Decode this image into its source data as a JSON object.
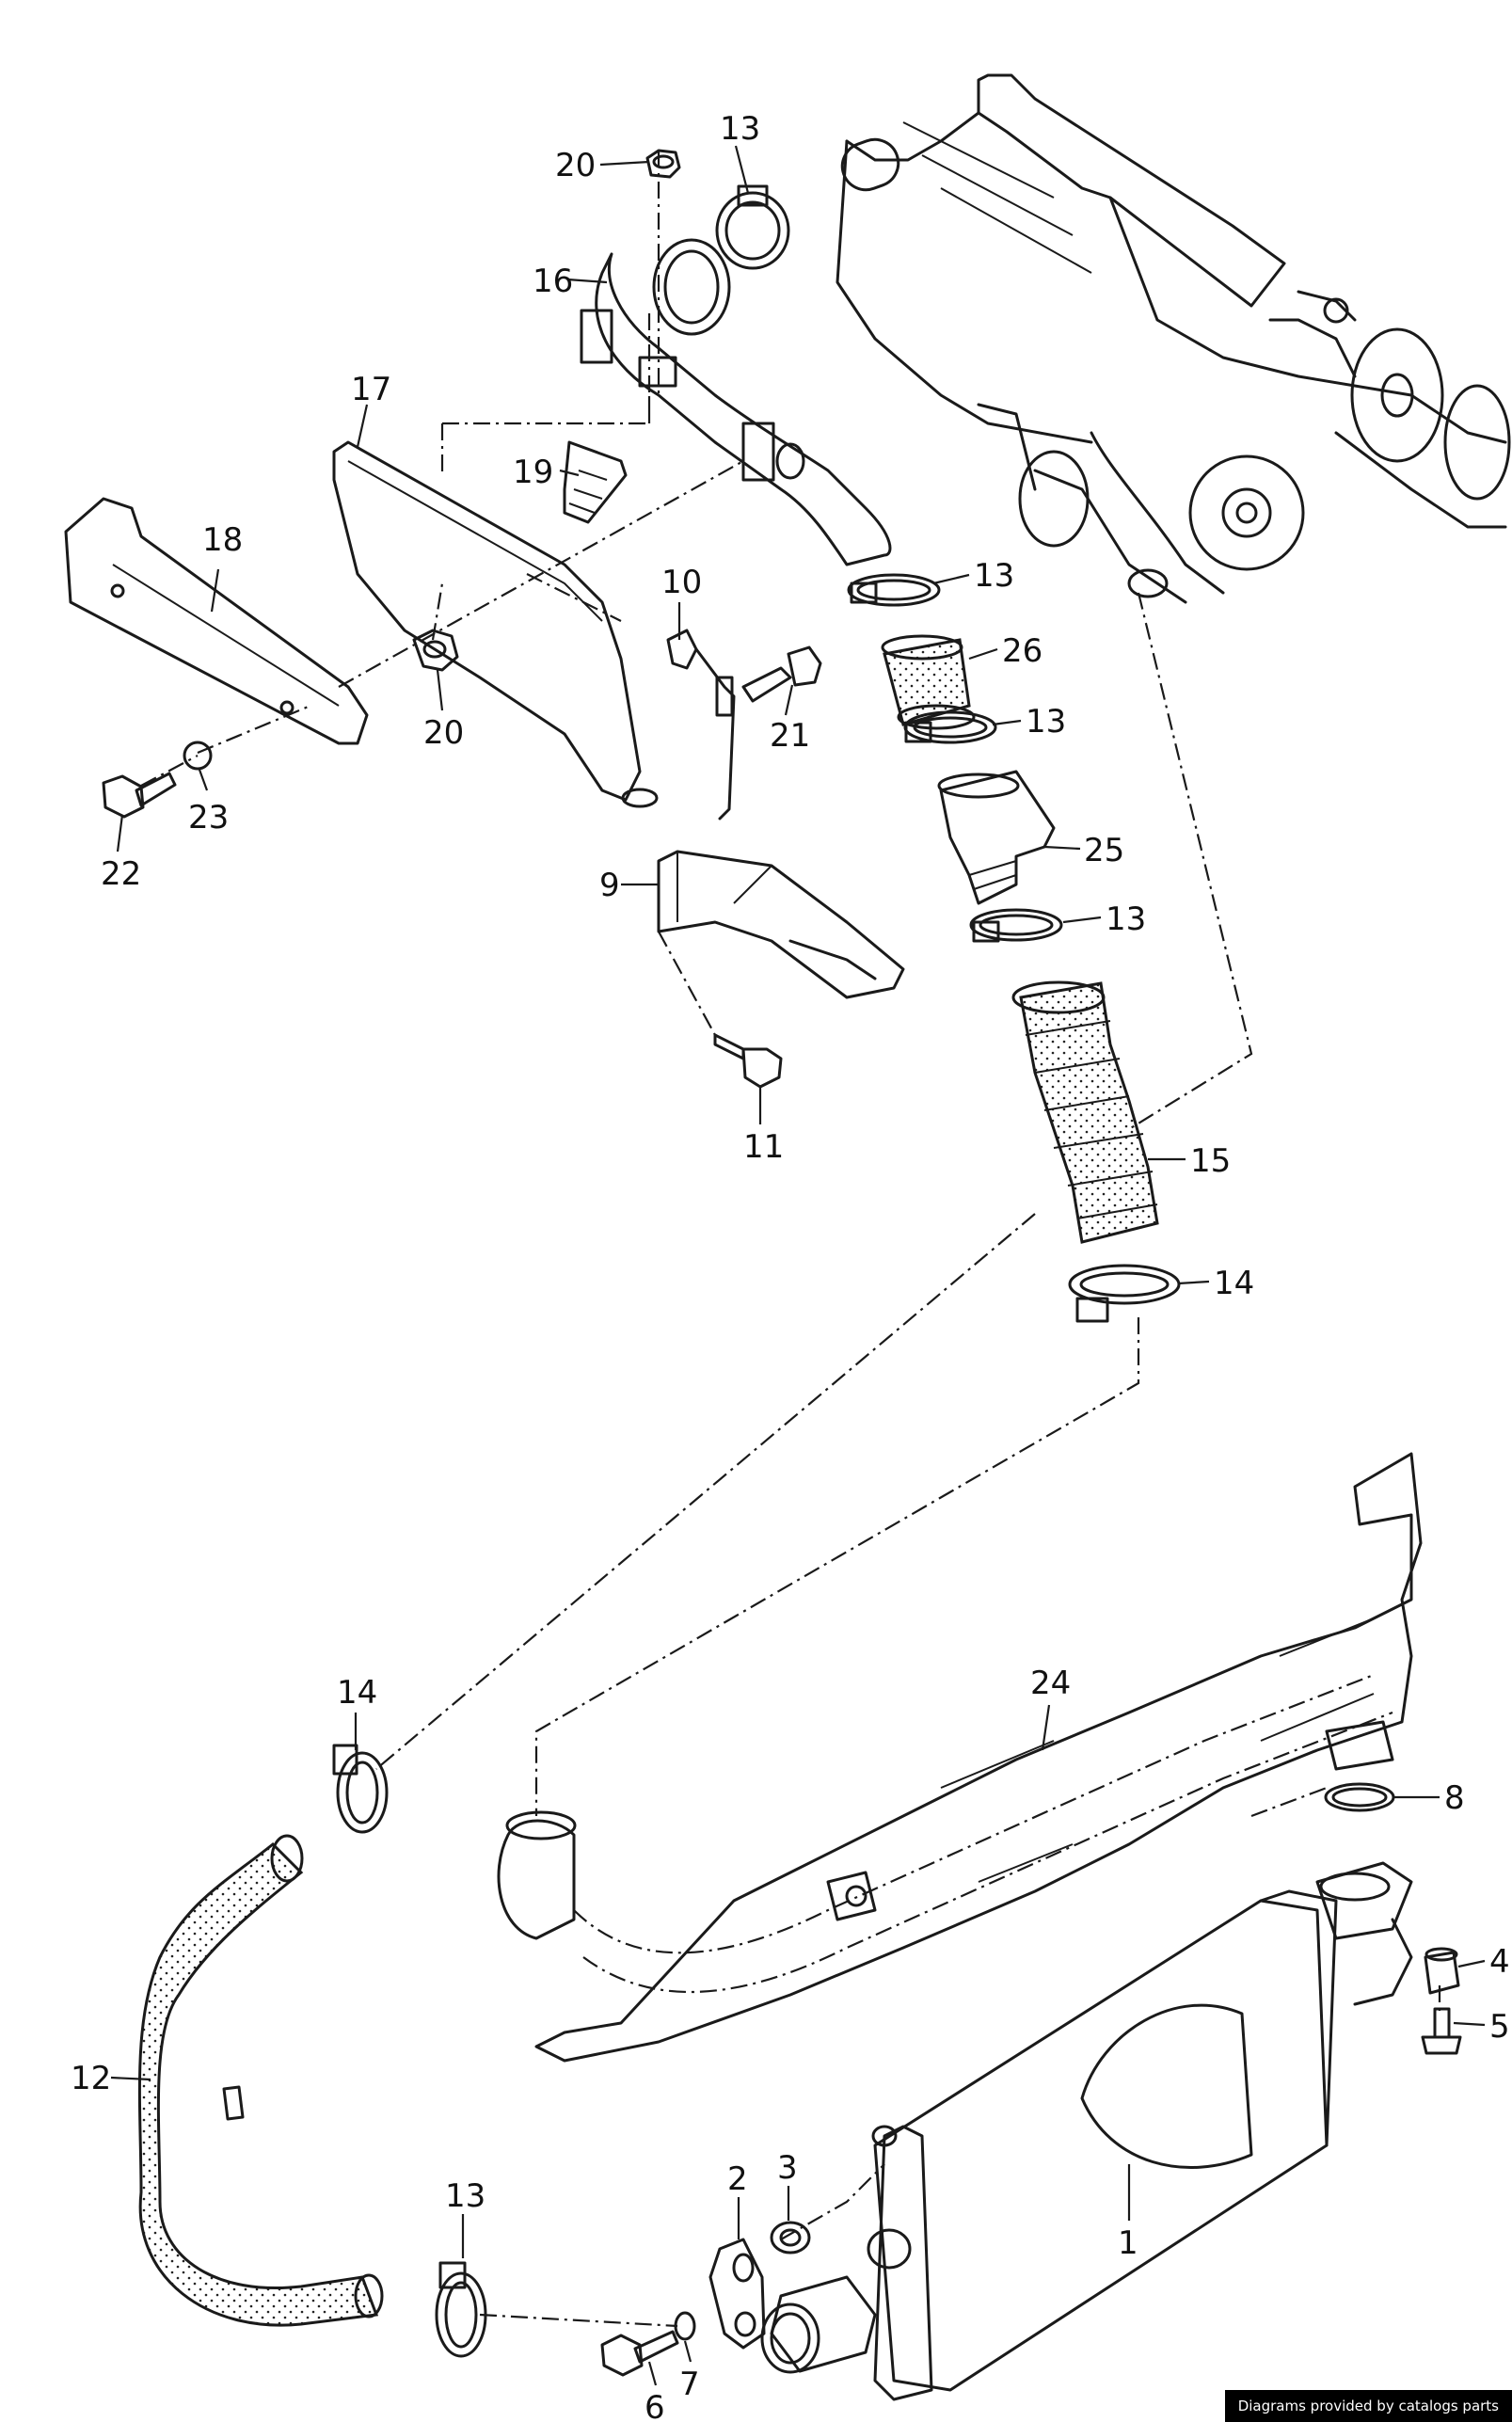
{
  "credit": "Diagrams provided by catalogs parts",
  "callouts": [
    {
      "id": "p20a",
      "text": "20"
    },
    {
      "id": "p13a",
      "text": "13"
    },
    {
      "id": "p16",
      "text": "16"
    },
    {
      "id": "p17",
      "text": "17"
    },
    {
      "id": "p19",
      "text": "19"
    },
    {
      "id": "p18",
      "text": "18"
    },
    {
      "id": "p10",
      "text": "10"
    },
    {
      "id": "p13b",
      "text": "13"
    },
    {
      "id": "p26",
      "text": "26"
    },
    {
      "id": "p20b",
      "text": "20"
    },
    {
      "id": "p21",
      "text": "21"
    },
    {
      "id": "p13c",
      "text": "13"
    },
    {
      "id": "p23",
      "text": "23"
    },
    {
      "id": "p22",
      "text": "22"
    },
    {
      "id": "p25",
      "text": "25"
    },
    {
      "id": "p9",
      "text": "9"
    },
    {
      "id": "p13d",
      "text": "13"
    },
    {
      "id": "p11",
      "text": "11"
    },
    {
      "id": "p15",
      "text": "15"
    },
    {
      "id": "p14a",
      "text": "14"
    },
    {
      "id": "p24",
      "text": "24"
    },
    {
      "id": "p14b",
      "text": "14"
    },
    {
      "id": "p8",
      "text": "8"
    },
    {
      "id": "p4",
      "text": "4"
    },
    {
      "id": "p5",
      "text": "5"
    },
    {
      "id": "p12",
      "text": "12"
    },
    {
      "id": "p13e",
      "text": "13"
    },
    {
      "id": "p3",
      "text": "3"
    },
    {
      "id": "p2",
      "text": "2"
    },
    {
      "id": "p1",
      "text": "1"
    },
    {
      "id": "p7",
      "text": "7"
    },
    {
      "id": "p6",
      "text": "6"
    }
  ]
}
